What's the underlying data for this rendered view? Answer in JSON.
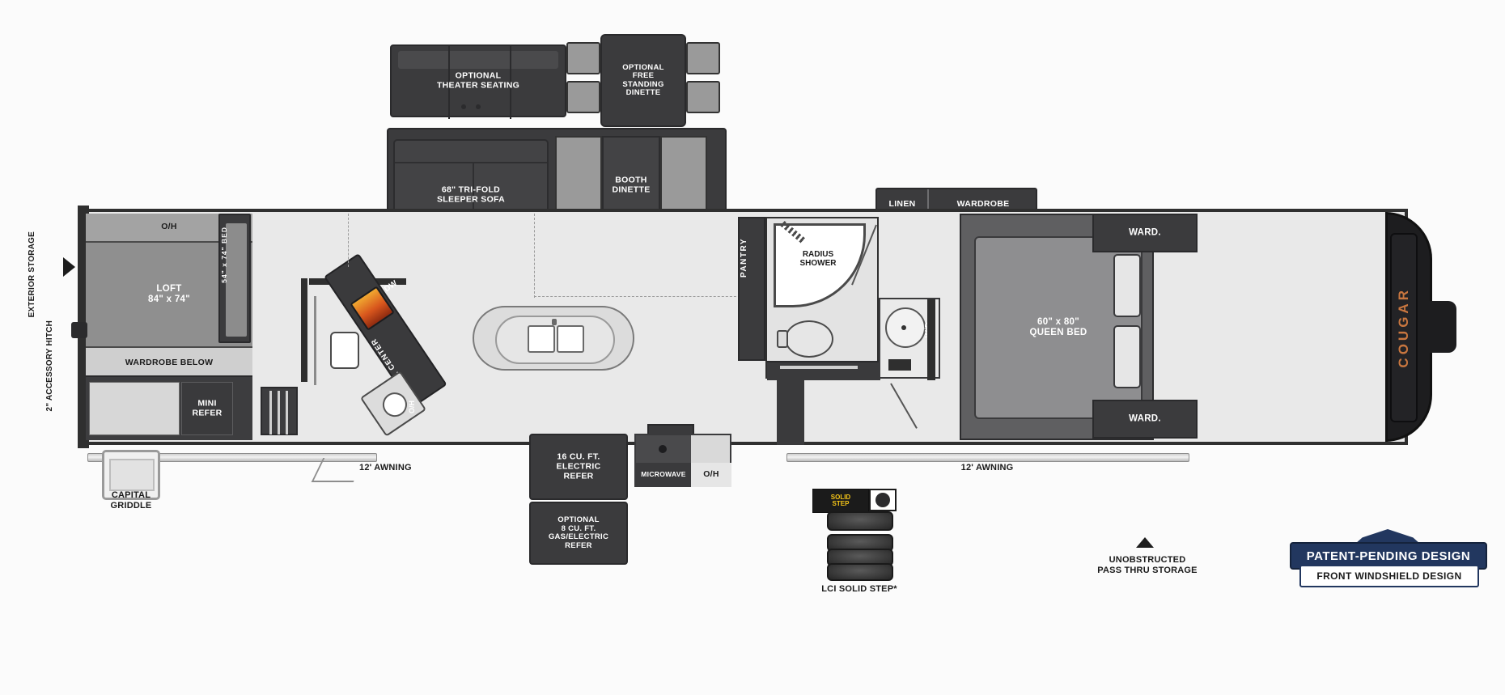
{
  "doc": {
    "type": "rv-floorplan",
    "brand": "COUGAR",
    "badge": {
      "line1": "PATENT-PENDING DESIGN",
      "line2": "FRONT WINDSHIELD DESIGN",
      "color": "#22375f"
    }
  },
  "slides": {
    "theater_seating": "OPTIONAL\nTHEATER SEATING",
    "free_standing_dinette": "OPTIONAL\nFREE\nSTANDING\nDINETTE",
    "sleeper_sofa": "68\" TRI-FOLD\nSLEEPER SOFA",
    "booth_dinette": "BOOTH\nDINETTE"
  },
  "rooms": {
    "loft_oh": "O/H",
    "loft": "LOFT\n84\" x 74\"",
    "loft_bed_vertical": "54\" x 74\" BED",
    "wardrobe_below": "WARDROBE BELOW",
    "mini_refer": "MINI\nREFER",
    "ent_center": "ENT. CENTER",
    "dw": "DW",
    "oh_kitchen": "O/H",
    "microwave": "MICROWAVE",
    "pantry": "PANTRY",
    "radius_shower": "RADIUS\nSHOWER",
    "wd": "W/D",
    "linen": "LINEN",
    "wardrobe": "WARDROBE",
    "ward_top": "WARD.",
    "ward_bottom": "WARD.",
    "queen_bed": "60\" x 80\"\nQUEEN BED"
  },
  "appliances": {
    "electric_refer": "16 CU. FT.\nELECTRIC\nREFER",
    "gas_electric_refer": "OPTIONAL\n8 CU. FT.\nGAS/ELECTRIC\nREFER"
  },
  "exterior": {
    "exterior_storage": "EXTERIOR STORAGE",
    "accessory_hitch": "2\" ACCESSORY HITCH",
    "capital_griddle": "CAPITAL\nGRIDDLE",
    "awning_left": "12' AWNING",
    "awning_right": "12' AWNING",
    "solid_step": "LCI SOLID STEP*",
    "pass_thru": "UNOBSTRUCTED\nPASS THRU STORAGE",
    "solid_step_logo": "SOLID\nSTEP"
  }
}
